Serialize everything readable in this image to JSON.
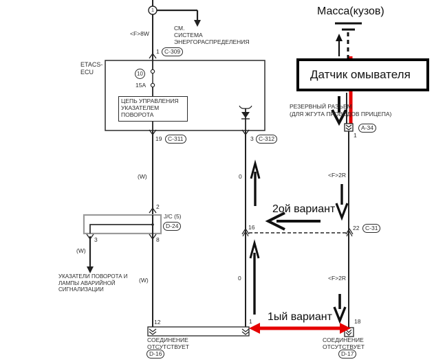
{
  "colors": {
    "line": "#222222",
    "annotation_red": "#e60000",
    "junction_gray": "#9a9a9a"
  },
  "header": {
    "ground_label": "Масса(кузов)",
    "washer_sensor_label": "Датчик омывателя"
  },
  "power_feed": {
    "junction_number": "1",
    "see_note": "СМ.\nСИСТЕМА\nЭНЕРГОРАСПРЕДЕЛЕНИЯ",
    "wire_label": "<F>8W",
    "pin": "1",
    "connector": "C-309"
  },
  "ecu": {
    "name": "ETACS-\nECU",
    "fuse_number": "10",
    "fuse_rating": "15A",
    "circuit_note": "ЦЕПЬ УПРАВЛЕНИЯ\nУКАЗАТЕЛЕМ\nПОВОРОТА"
  },
  "reserve_connector": {
    "label": "РЕЗЕРВНЫЙ РАЗЪЕМ\n(ДЛЯ ЖГУТА ПРОВОДОВ ПРИЦЕПА)",
    "connector": "A-34",
    "pin": "1"
  },
  "wire_labels": {
    "w_upper": "(W)",
    "w_branch": "(W)",
    "w_lower": "(W)",
    "zero_upper": "0",
    "zero_lower": "0",
    "f2r_upper": "<F>2R",
    "f2r_lower": "<F>2R"
  },
  "left_branch": {
    "pin19": "19",
    "connector_c311": "C-311",
    "pin2": "2",
    "junction_label": "J/C (5)",
    "connector_d24": "D-24",
    "pin3": "3",
    "pin8": "8",
    "pin12": "12",
    "lamps_note": "УКАЗАТЕЛИ ПОВОРОТА И\nЛАМПЫ АВАРИЙНОЙ\nСИГНАЛИЗАЦИИ"
  },
  "middle_branch": {
    "pin3": "3",
    "connector_c312": "C-312",
    "pin16": "16",
    "pin1": "1"
  },
  "right_branch": {
    "pin22": "22",
    "connector_c31": "C-31",
    "pin18": "18"
  },
  "bottom": {
    "no_connection_left": "СОЕДИНЕНИЕ\nОТСУТСТВУЕТ",
    "connector_d16": "D-16",
    "no_connection_right": "СОЕДИНЕНИЕ\nОТСУТСТВУЕТ",
    "connector_d17": "D-17"
  },
  "annotations": {
    "variant1": "1ый вариант",
    "variant2": "2ой вариант"
  }
}
